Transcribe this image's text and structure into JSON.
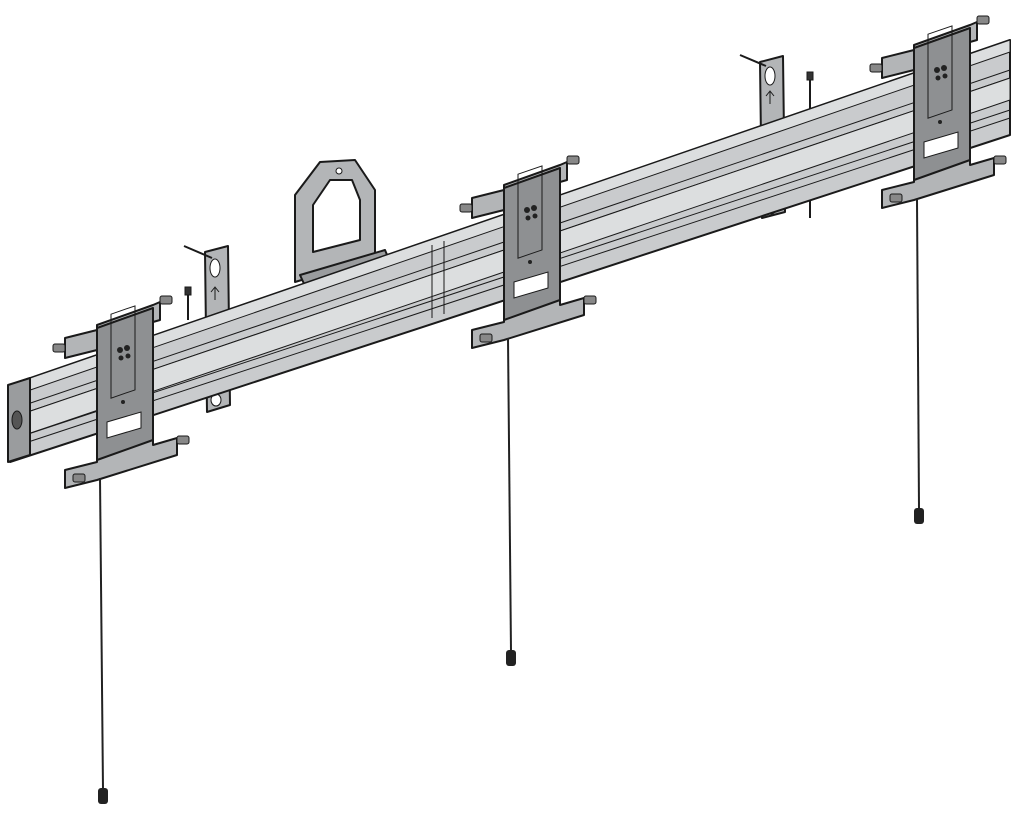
{
  "illustration": {
    "subject": "",
    "colors": {
      "background": "#ffffff",
      "rail_face": "#c9cbcd",
      "rail_light": "#dcdedf",
      "rail_dark": "#9a9c9e",
      "plate": "#b3b5b7",
      "plate_dark": "#8e9092",
      "outline": "#1a1a1a",
      "cord": "#222222"
    },
    "components": [
      "rail",
      "mounting-plate",
      "mounting-plate",
      "mounting-plate",
      "wall-bracket",
      "wall-bracket",
      "center-bracket",
      "pull-cord",
      "pull-cord",
      "pull-cord"
    ]
  }
}
